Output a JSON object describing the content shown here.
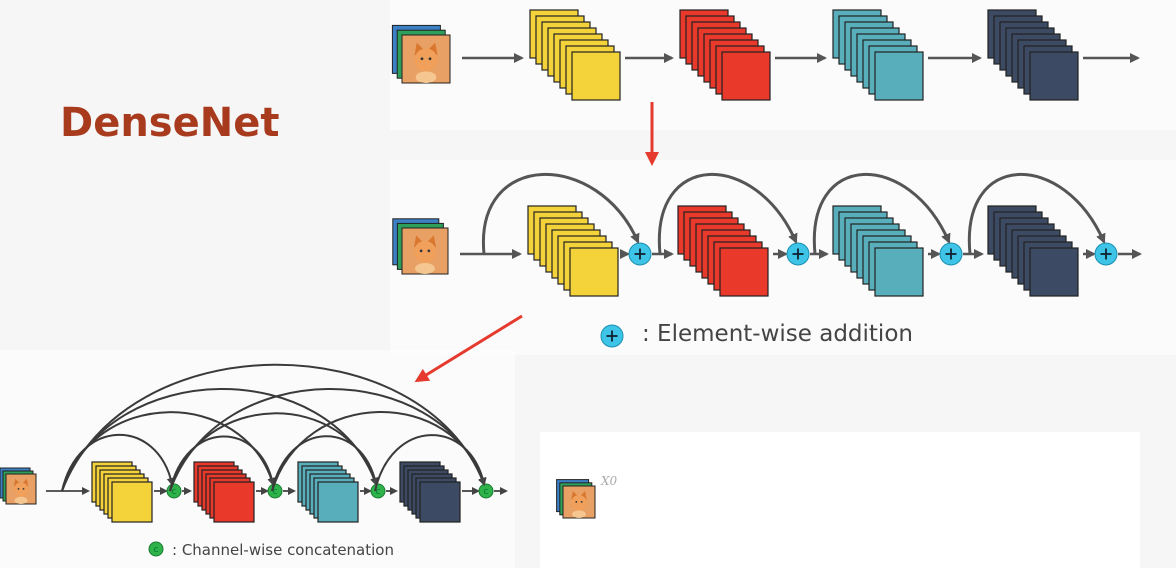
{
  "title": "DenseNet",
  "legend": {
    "addition_symbol": "+",
    "addition_label": ": Element-wise addition",
    "concat_symbol": "c",
    "concat_label": ": Channel-wise concatenation"
  },
  "x0_label": "X0",
  "block_colors": {
    "yellow": "#f4d33a",
    "red": "#e8392b",
    "teal": "#58aebb",
    "navy": "#3c4b63"
  },
  "marker_colors": {
    "add": "#3ec4e6",
    "concat": "#2fb24a",
    "annotation_arrow": "#e53a2d"
  },
  "icons": [
    "cat-image-icon",
    "plus-icon",
    "concat-c-icon",
    "arrow-icon"
  ]
}
